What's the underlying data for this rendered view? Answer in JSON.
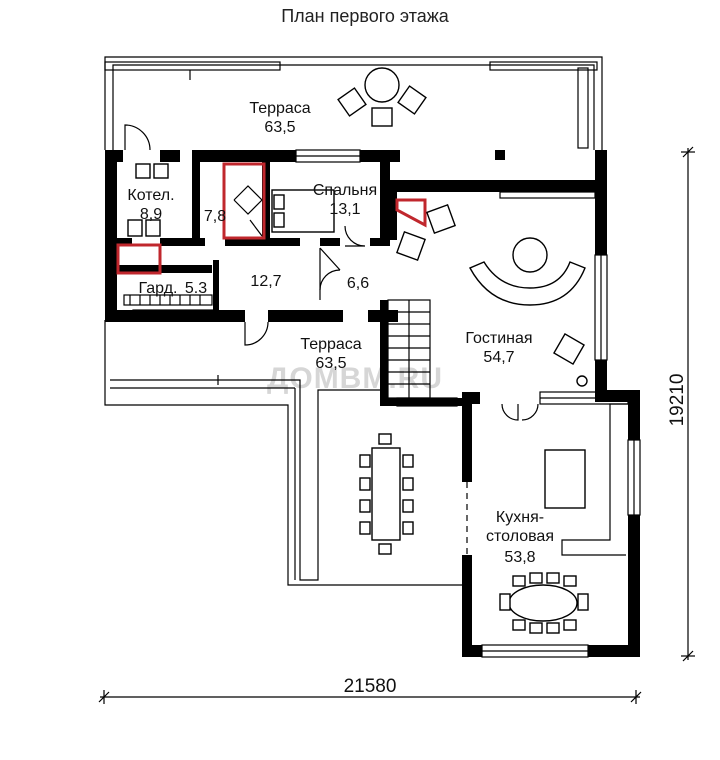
{
  "title": "План первого этажа",
  "watermark": "ДОМВМ.RU",
  "dimensions": {
    "width": "21580",
    "height": "19210"
  },
  "rooms": {
    "terrace_top": {
      "name": "Терраса",
      "area": "63,5"
    },
    "boiler": {
      "name": "Котел.",
      "area": "8,9"
    },
    "bath": {
      "area": "7,8"
    },
    "bedroom": {
      "name": "Спальня",
      "area": "13,1"
    },
    "hall": {
      "area": "12,7"
    },
    "closet": {
      "area": "6,6"
    },
    "wardrobe": {
      "name": "Гард.",
      "area": "5.3"
    },
    "terrace_mid": {
      "name": "Терраса",
      "area": "63,5"
    },
    "living": {
      "name": "Гостиная",
      "area": "54,7"
    },
    "kitchen": {
      "name": "Кухня-",
      "name2": "столовая",
      "area": "53,8"
    }
  },
  "colors": {
    "wall": "#000000",
    "accent": "#c0272d",
    "watermark": "#d6d6d6"
  }
}
